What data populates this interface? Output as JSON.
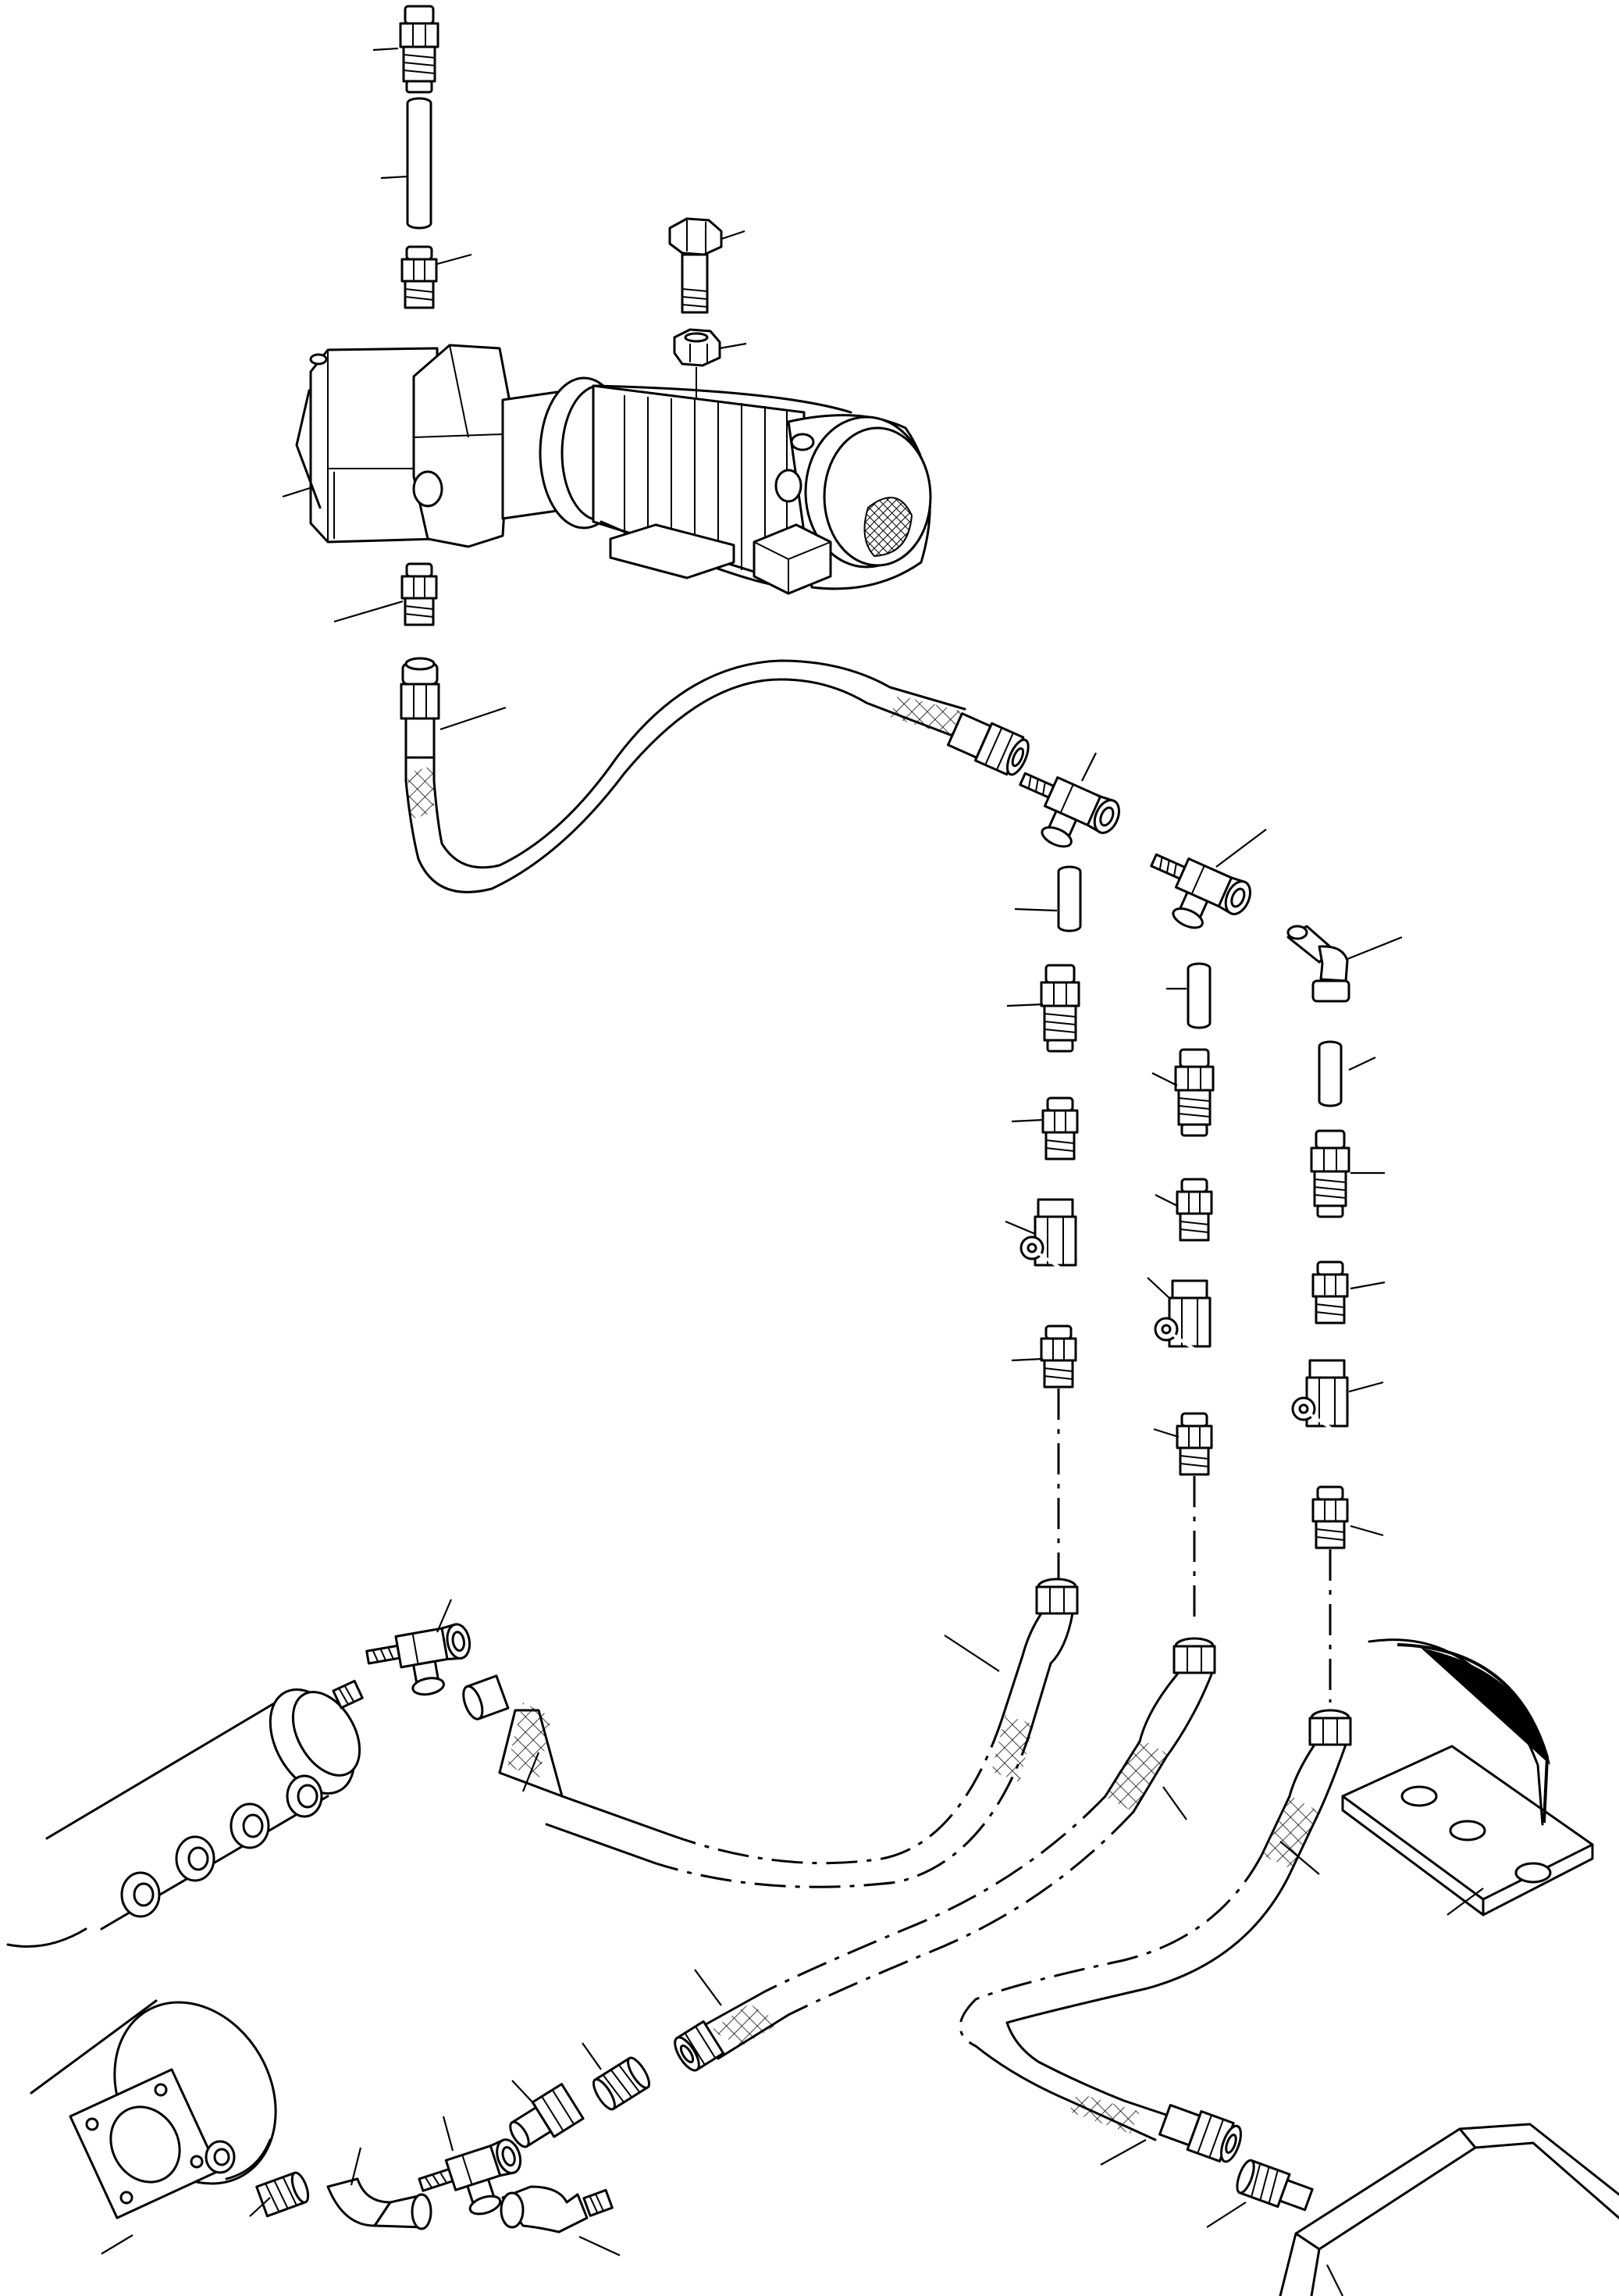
{
  "diagram": {
    "type": "exploded-parts-view",
    "colors": {
      "line": "#000000",
      "background": "#ffffff"
    },
    "parts": [
      "pump-motor-assembly",
      "hex-bolt",
      "hex-nut",
      "suction-tube",
      "hydraulic-hose",
      "tee-fitting",
      "elbow-fitting",
      "ball-valve",
      "straight-adapter",
      "mounting-bracket",
      "hydraulic-cylinder",
      "control-box"
    ]
  }
}
